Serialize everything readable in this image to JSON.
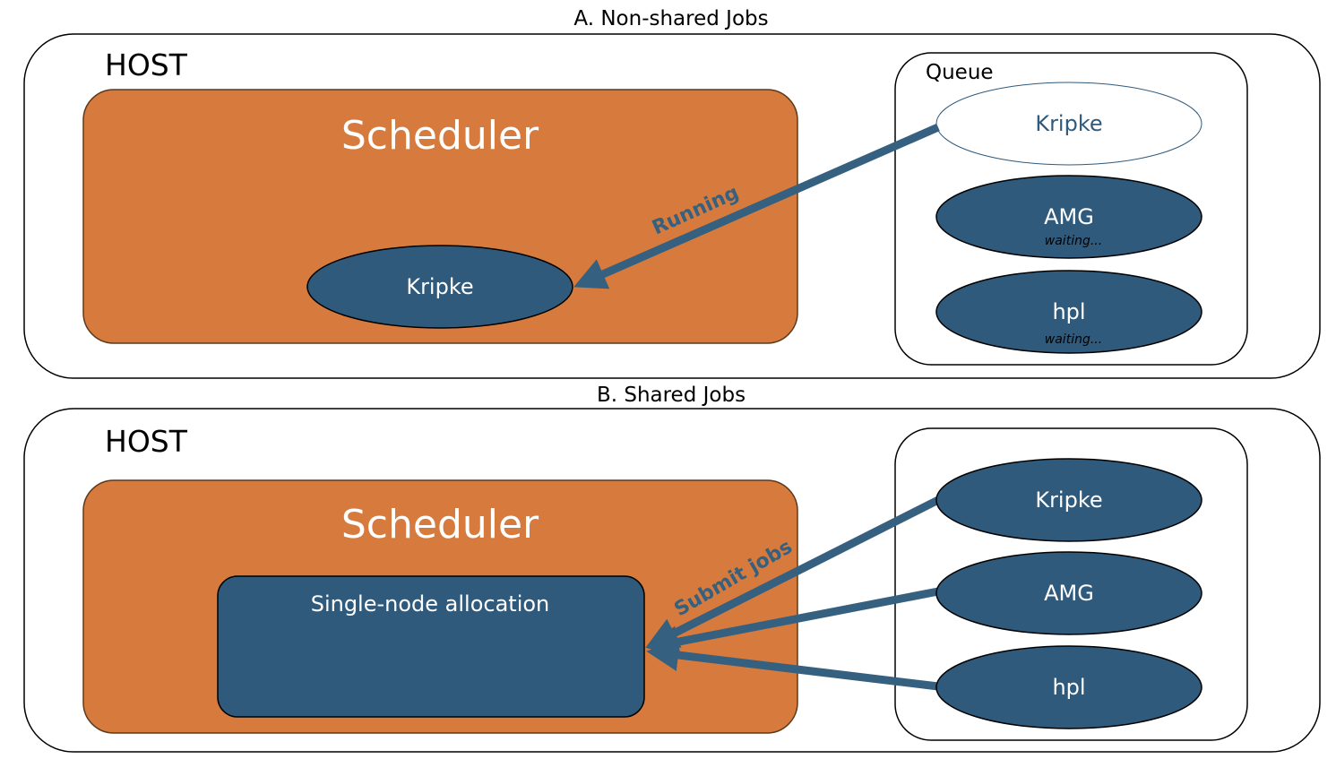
{
  "section_a": {
    "title": "A. Non-shared Jobs",
    "host_label": "HOST",
    "scheduler_label": "Scheduler",
    "running_job": "Kripke",
    "queue_label": "Queue",
    "arrow_label": "Running",
    "queue_jobs": [
      {
        "name": "Kripke",
        "status": ""
      },
      {
        "name": "AMG",
        "status": "waiting..."
      },
      {
        "name": "hpl",
        "status": "waiting..."
      }
    ]
  },
  "section_b": {
    "title": "B. Shared Jobs",
    "host_label": "HOST",
    "scheduler_label": "Scheduler",
    "allocation_label": "Single-node allocation",
    "arrow_label": "Submit jobs",
    "queue_jobs": [
      {
        "name": "Kripke"
      },
      {
        "name": "AMG"
      },
      {
        "name": "hpl"
      }
    ]
  },
  "colors": {
    "scheduler_fill": "#d67b3d",
    "job_fill": "#2f5a7c",
    "arrow": "#35607f",
    "border": "#000000"
  }
}
